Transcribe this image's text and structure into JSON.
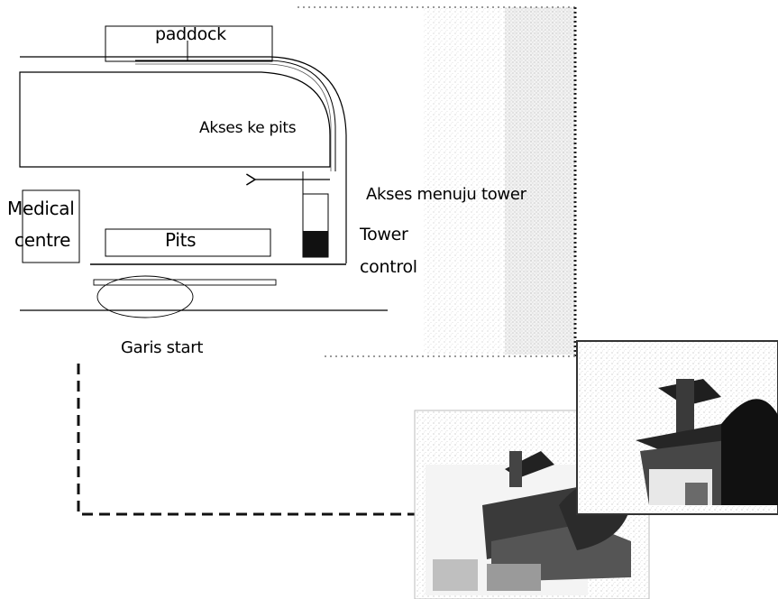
{
  "labels": {
    "paddock": "paddock",
    "akses_ke_pits": "Akses ke pits",
    "akses_menuju_tower": "Akses menuju tower",
    "medical_line1": "Medical",
    "medical_line2": "centre",
    "pits": "Pits",
    "tower_line1": "Tower",
    "tower_line2": "control",
    "garis_start": "Garis start"
  },
  "colors": {
    "ink": "#000000",
    "tower_fill": "#111111",
    "speckle_border": "#9a9a9a",
    "dashed_connector": "#111111"
  },
  "photos": [
    "building-photo-small",
    "building-photo-large"
  ]
}
